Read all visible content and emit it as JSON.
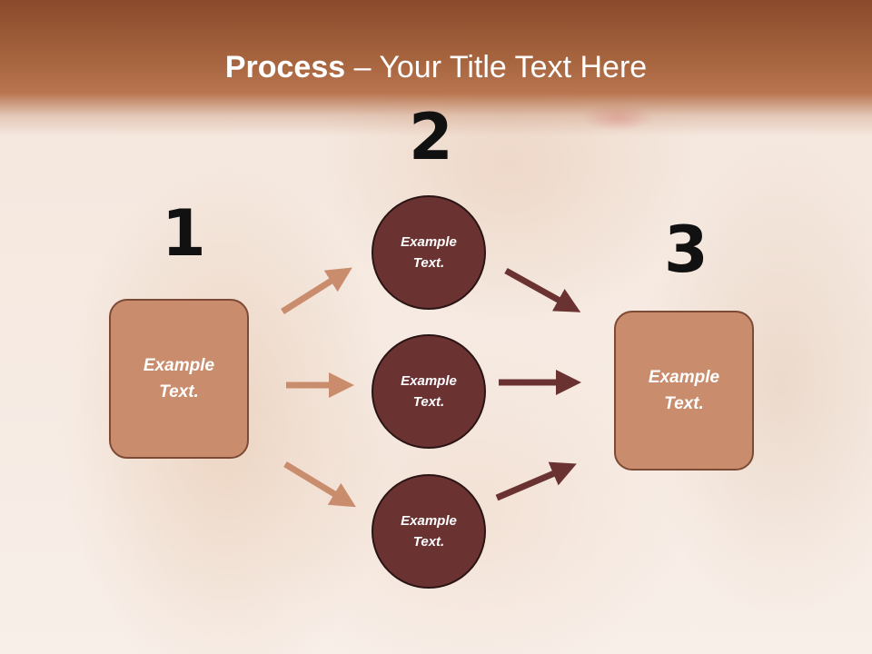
{
  "slide": {
    "title_bold": "Process",
    "title_rest": " – Your Title Text Here"
  },
  "steps": {
    "one": "1",
    "two": "2",
    "three": "3"
  },
  "left_box": "Example\nText.",
  "circles": [
    "Example\nText.",
    "Example\nText.",
    "Example\nText."
  ],
  "right_box": "Example\nText.",
  "colors": {
    "header": "#a7653f",
    "box_fill": "#c98d6e",
    "circle_fill": "#6b3232",
    "light_arrow": "#c98d6e",
    "dark_arrow": "#6b3232"
  }
}
